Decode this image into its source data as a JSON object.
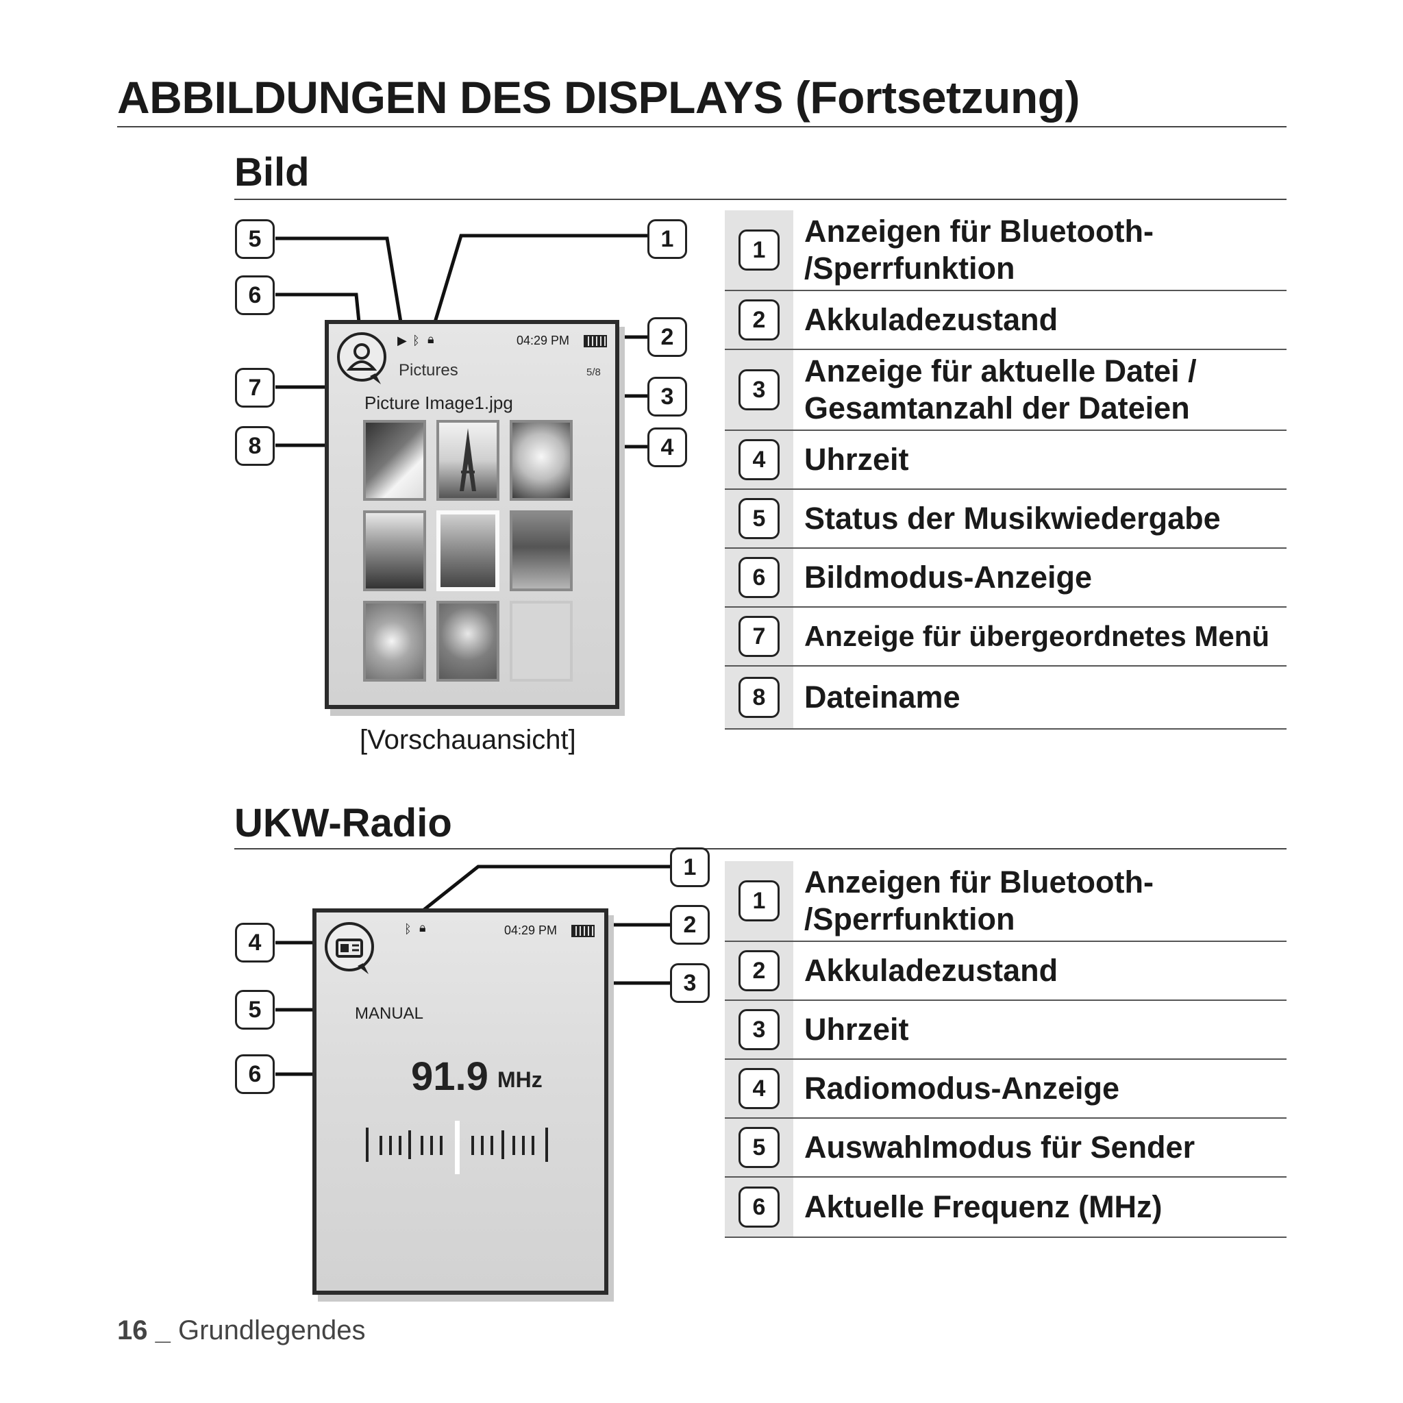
{
  "page_title": "ABBILDUNGEN DES DISPLAYS (Fortsetzung)",
  "picture_section": {
    "title": "Bild",
    "screen": {
      "time": "04:29 PM",
      "folder": "Pictures",
      "file_name": "Picture Image1.jpg",
      "file_count": "5/8"
    },
    "caption": "[Vorschauansicht]",
    "callouts": [
      "1",
      "2",
      "3",
      "4",
      "5",
      "6",
      "7",
      "8"
    ],
    "legend": [
      {
        "num": "1",
        "text": "Anzeigen für Bluetooth-\n/Sperrfunktion"
      },
      {
        "num": "2",
        "text": "Akkuladezustand"
      },
      {
        "num": "3",
        "text": "Anzeige für aktuelle Datei /\nGesamtanzahl der Dateien"
      },
      {
        "num": "4",
        "text": "Uhrzeit"
      },
      {
        "num": "5",
        "text": "Status der Musikwiedergabe"
      },
      {
        "num": "6",
        "text": "Bildmodus-Anzeige"
      },
      {
        "num": "7",
        "text": "Anzeige für übergeordnetes Menü"
      },
      {
        "num": "8",
        "text": "Dateiname"
      }
    ]
  },
  "radio_section": {
    "title": "UKW-Radio",
    "screen": {
      "time": "04:29 PM",
      "mode": "MANUAL",
      "frequency": "91.9",
      "unit": "MHz"
    },
    "callouts": [
      "1",
      "2",
      "3",
      "4",
      "5",
      "6"
    ],
    "legend": [
      {
        "num": "1",
        "text": "Anzeigen für Bluetooth-\n/Sperrfunktion"
      },
      {
        "num": "2",
        "text": "Akkuladezustand"
      },
      {
        "num": "3",
        "text": "Uhrzeit"
      },
      {
        "num": "4",
        "text": "Radiomodus-Anzeige"
      },
      {
        "num": "5",
        "text": "Auswahlmodus für Sender"
      },
      {
        "num": "6",
        "text": "Aktuelle Frequenz (MHz)"
      }
    ]
  },
  "footer": {
    "page_number": "16",
    "separator": " _ ",
    "section": "Grundlegendes"
  }
}
